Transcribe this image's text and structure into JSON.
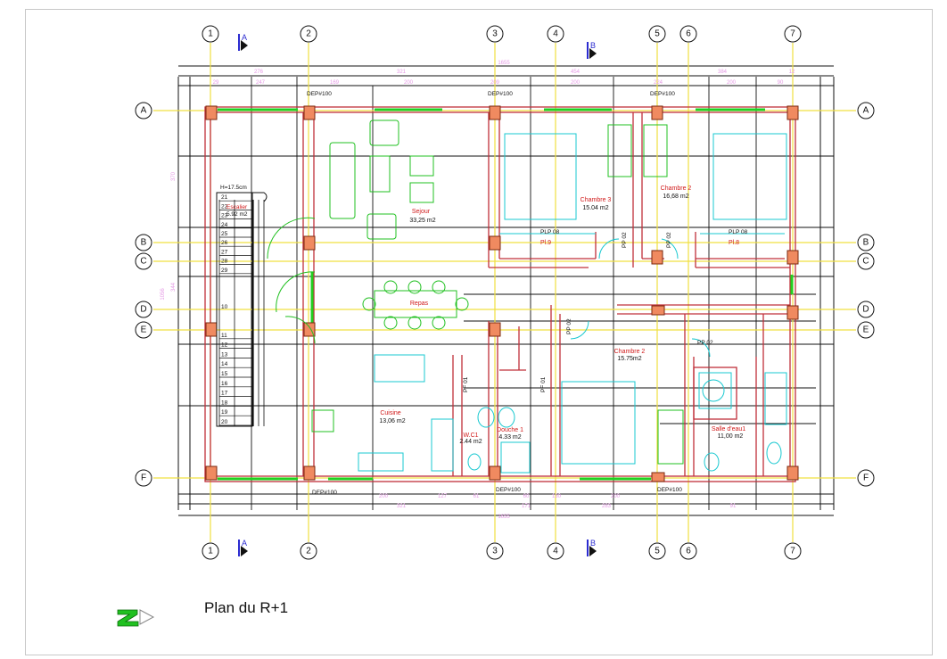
{
  "plan": {
    "title": "Plan du R+1",
    "colors": {
      "wall": "#c0303a",
      "axis": "#f0e040",
      "furniture": "#20c020",
      "fixture": "#18c8d0",
      "column": "#f08a60",
      "dimension": "#e59ae5",
      "window": "#20d020"
    },
    "axes_vertical": [
      "1",
      "2",
      "3",
      "4",
      "5",
      "6",
      "7"
    ],
    "axes_horizontal": [
      "A",
      "B",
      "C",
      "D",
      "E",
      "F"
    ],
    "sections": [
      "A",
      "B"
    ],
    "rooms": [
      {
        "name": "Sejour",
        "area": "33,25 m2"
      },
      {
        "name": "Chambre 3",
        "area": "15.04 m2"
      },
      {
        "name": "Chambre 2",
        "area": "16,68 m2"
      },
      {
        "name": "Repas",
        "area": ""
      },
      {
        "name": "Chambre 2",
        "area": "15.75m2"
      },
      {
        "name": "Cuisine",
        "area": "13,06 m2"
      },
      {
        "name": "W.C1",
        "area": "2.44 m2"
      },
      {
        "name": "Douche 1",
        "area": "4.33 m2"
      },
      {
        "name": "Salle d'eau1",
        "area": "11,00 m2"
      },
      {
        "name": "Escalier",
        "area": "5.92 m2"
      }
    ],
    "stair": {
      "riser": "H=17.5cm",
      "steps_upper": [
        "21",
        "22",
        "23",
        "24",
        "25",
        "26",
        "27",
        "28",
        "29"
      ],
      "landing": "10",
      "steps_lower": [
        "11",
        "12",
        "13",
        "14",
        "15",
        "16",
        "17",
        "18",
        "19",
        "20"
      ]
    },
    "labels": {
      "dep": "DEP#100",
      "plp": "PLP 08",
      "pp": "PP 02",
      "pf": "PF 01",
      "pl9": "Pl.9",
      "pl8": "Pl.8"
    },
    "dims_top_outer": [
      "276",
      "321",
      "1655",
      "454",
      "384",
      "12"
    ],
    "dims_top_inner": [
      "29",
      "247",
      "169",
      "200",
      "209",
      "200",
      "224",
      "200",
      "90"
    ],
    "dims_bottom": [
      "DEP#100",
      "200",
      "127",
      "61",
      "60",
      "130",
      "200",
      "321",
      "171",
      "283",
      "91",
      "1655"
    ],
    "dims_left": [
      "370",
      "344",
      "1056"
    ],
    "icons": {
      "north": "north-arrow-icon",
      "section": "section-marker-icon"
    }
  }
}
